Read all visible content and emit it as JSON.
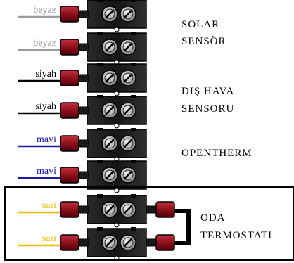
{
  "wires": [
    {
      "label": "beyaz",
      "color": "#9a9a9a"
    },
    {
      "label": "beyaz",
      "color": "#9a9a9a"
    },
    {
      "label": "siyah",
      "color": "#000000"
    },
    {
      "label": "siyah",
      "color": "#000000"
    },
    {
      "label": "mavi",
      "color": "#1a1aa6"
    },
    {
      "label": "mavi",
      "color": "#1a1aa6"
    },
    {
      "label": "sarı",
      "color": "#e6c000"
    },
    {
      "label": "sarı",
      "color": "#e6c000"
    }
  ],
  "groups": [
    {
      "line1": "SOLAR",
      "line2": "SENSÖR"
    },
    {
      "line1": "DIŞ HAVA",
      "line2": "SENSORU"
    },
    {
      "line1": "OPENTHERM",
      "line2": ""
    },
    {
      "line1": "ODA",
      "line2": "TERMOSTATI"
    }
  ],
  "colors": {
    "ferrule": "#8e0f1a",
    "terminal_block": "#1c1c1c",
    "jumper": "#000000"
  }
}
